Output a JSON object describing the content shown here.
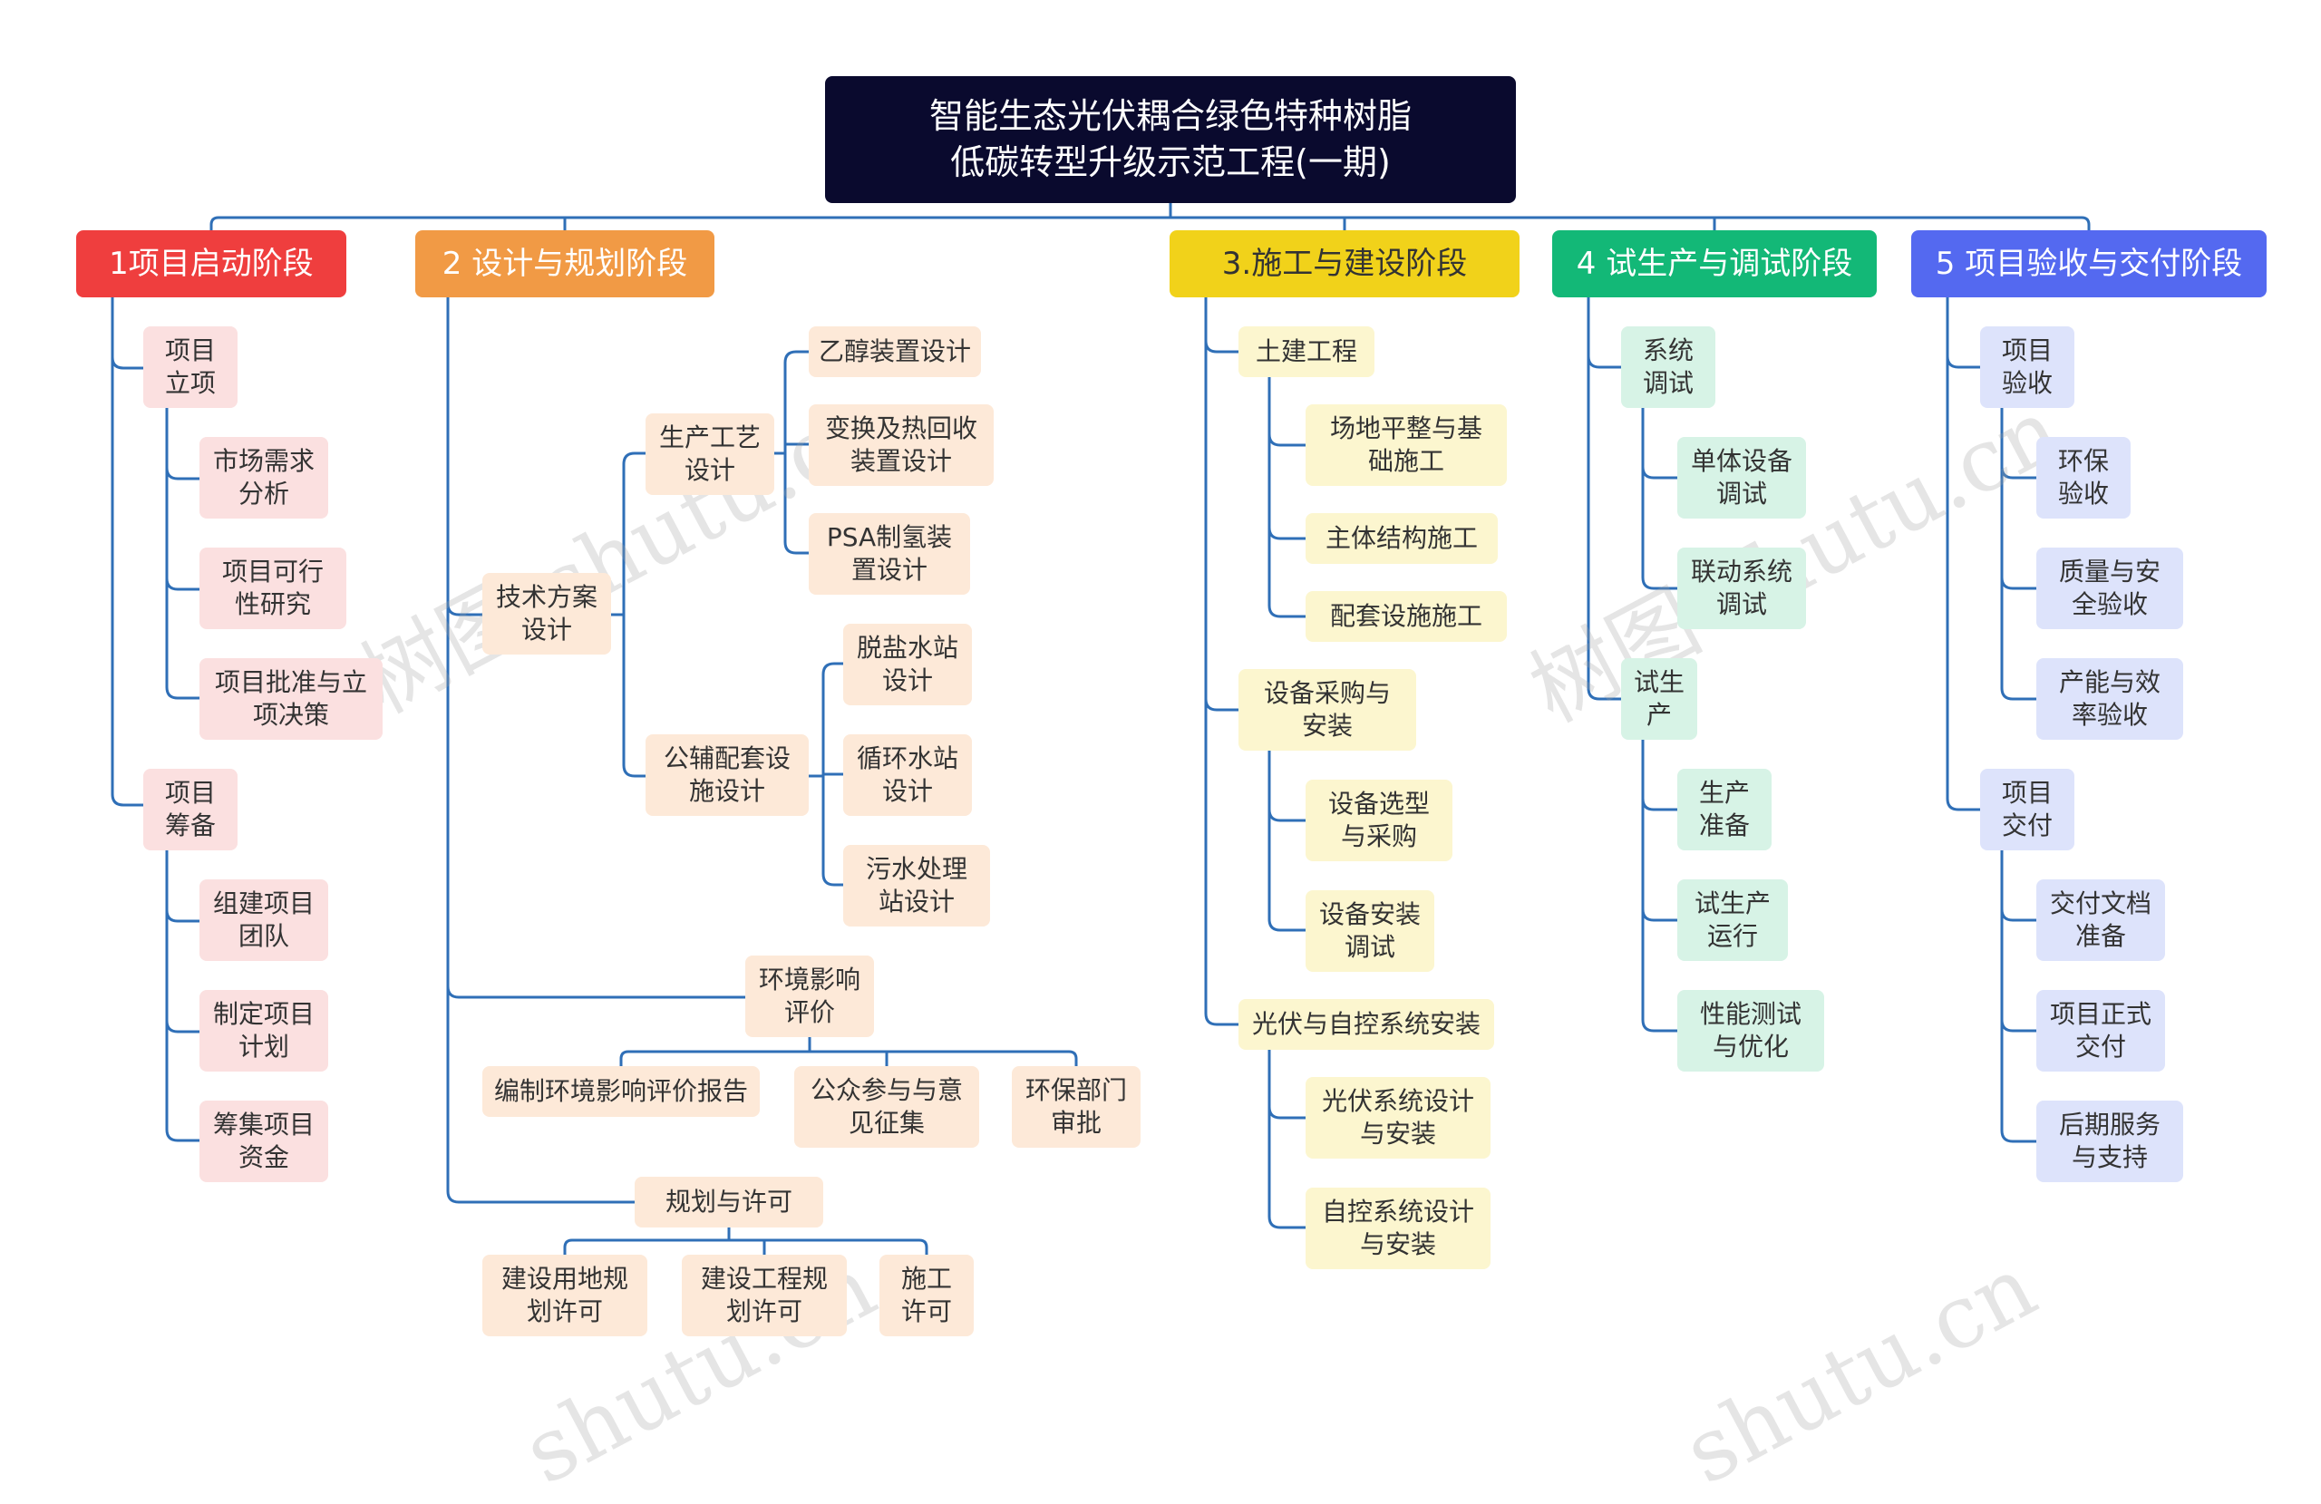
{
  "title": "智能生态光伏耦合绿色特种树脂\n低碳转型升级示范工程(一期)",
  "colors": {
    "root": "#0a0a2e",
    "connector": "#2f6fb7",
    "stage1": "#ef3e3e",
    "stage2": "#f19a45",
    "stage3": "#f1d21a",
    "stage4": "#13b877",
    "stage5": "#5469f0"
  },
  "stages": [
    {
      "label": "1项目启动阶段",
      "children": [
        {
          "label": "项目\n立项",
          "children": [
            {
              "label": "市场需求\n分析"
            },
            {
              "label": "项目可行\n性研究"
            },
            {
              "label": "项目批准与立\n项决策"
            }
          ]
        },
        {
          "label": "项目\n筹备",
          "children": [
            {
              "label": "组建项目\n团队"
            },
            {
              "label": "制定项目\n计划"
            },
            {
              "label": "筹集项目\n资金"
            }
          ]
        }
      ]
    },
    {
      "label": "2 设计与规划阶段",
      "children": [
        {
          "label": "技术方案\n设计",
          "children": [
            {
              "label": "生产工艺\n设计",
              "children": [
                {
                  "label": "乙醇装置设计"
                },
                {
                  "label": "变换及热回收\n装置设计"
                },
                {
                  "label": "PSA制氢装\n置设计"
                }
              ]
            },
            {
              "label": "公辅配套设\n施设计",
              "children": [
                {
                  "label": "脱盐水站\n设计"
                },
                {
                  "label": "循环水站\n设计"
                },
                {
                  "label": "污水处理\n站设计"
                }
              ]
            }
          ]
        },
        {
          "label": "环境影响\n评价",
          "children": [
            {
              "label": "编制环境影响评价报告"
            },
            {
              "label": "公众参与与意\n见征集"
            },
            {
              "label": "环保部门\n审批"
            }
          ]
        },
        {
          "label": "规划与许可",
          "children": [
            {
              "label": "建设用地规\n划许可"
            },
            {
              "label": "建设工程规\n划许可"
            },
            {
              "label": "施工\n许可"
            }
          ]
        }
      ]
    },
    {
      "label": "3.施工与建设阶段",
      "children": [
        {
          "label": "土建工程",
          "children": [
            {
              "label": "场地平整与基\n础施工"
            },
            {
              "label": "主体结构施工"
            },
            {
              "label": "配套设施施工"
            }
          ]
        },
        {
          "label": "设备采购与\n安装",
          "children": [
            {
              "label": "设备选型\n与采购"
            },
            {
              "label": "设备安装\n调试"
            }
          ]
        },
        {
          "label": "光伏与自控系统安装",
          "children": [
            {
              "label": "光伏系统设计\n与安装"
            },
            {
              "label": "自控系统设计\n与安装"
            }
          ]
        }
      ]
    },
    {
      "label": "4 试生产与调试阶段",
      "children": [
        {
          "label": "系统\n调试",
          "children": [
            {
              "label": "单体设备\n调试"
            },
            {
              "label": "联动系统\n调试"
            }
          ]
        },
        {
          "label": "试生\n产",
          "children": [
            {
              "label": "生产\n准备"
            },
            {
              "label": "试生产\n运行"
            },
            {
              "label": "性能测试\n与优化"
            }
          ]
        }
      ]
    },
    {
      "label": "5 项目验收与交付阶段",
      "children": [
        {
          "label": "项目\n验收",
          "children": [
            {
              "label": "环保\n验收"
            },
            {
              "label": "质量与安\n全验收"
            },
            {
              "label": "产能与效\n率验收"
            }
          ]
        },
        {
          "label": "项目\n交付",
          "children": [
            {
              "label": "交付文档\n准备"
            },
            {
              "label": "项目正式\n交付"
            },
            {
              "label": "后期服务\n与支持"
            }
          ]
        }
      ]
    }
  ],
  "watermarks": [
    "树图 shutu.cn",
    "树图 shutu.cn",
    "shutu.cn",
    "shutu.cn"
  ]
}
